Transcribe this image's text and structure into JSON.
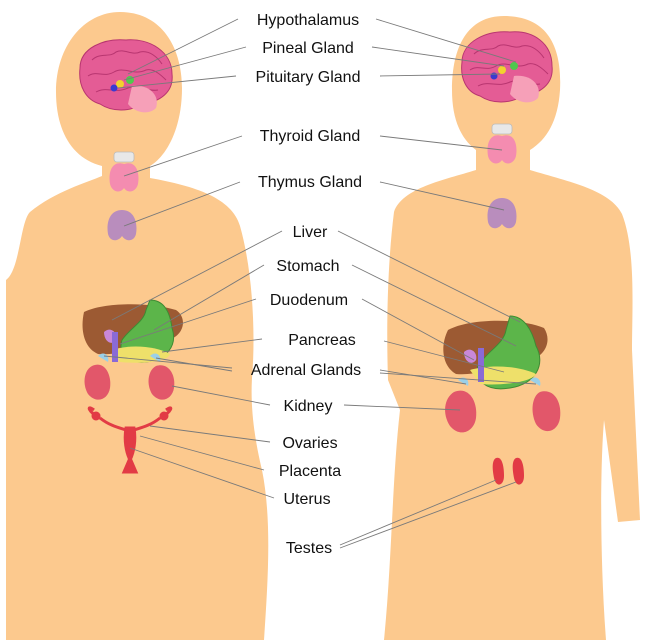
{
  "labels": {
    "hypothalamus": "Hypothalamus",
    "pineal": "Pineal Gland",
    "pituitary": "Pituitary Gland",
    "thyroid": "Thyroid Gland",
    "thymus": "Thymus Gland",
    "liver": "Liver",
    "stomach": "Stomach",
    "duodenum": "Duodenum",
    "pancreas": "Pancreas",
    "adrenal": "Adrenal Glands",
    "kidney": "Kidney",
    "ovaries": "Ovaries",
    "placenta": "Placenta",
    "uterus": "Uterus",
    "testes": "Testes"
  },
  "colors": {
    "skin": "#fcc98e",
    "brain": "#e45c95",
    "thyroid": "#f48cb0",
    "thymus": "#b98dbd",
    "liver": "#9c5a33",
    "stomach": "#5cb54a",
    "pancreas": "#eee06a",
    "kidney": "#e2576a",
    "reproductive": "#e23b45",
    "leader_line": "#7a7a7a"
  }
}
